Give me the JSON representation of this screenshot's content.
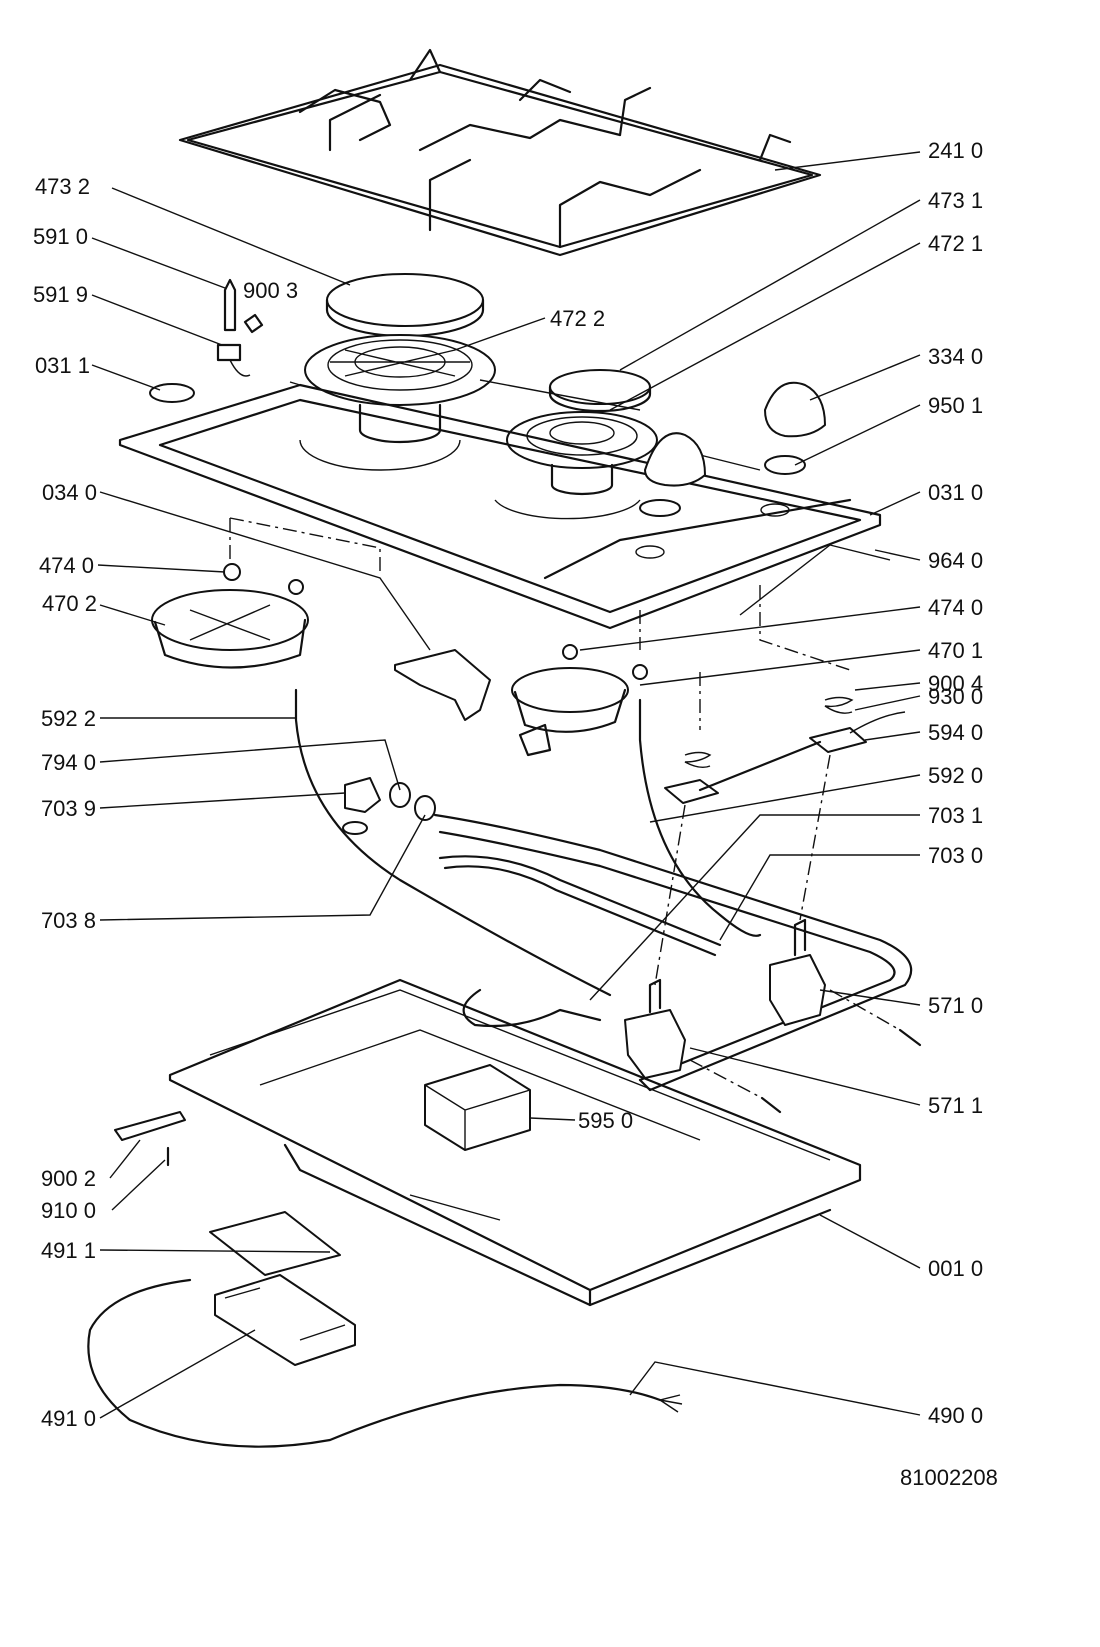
{
  "labels": {
    "l_2410": "241 0",
    "l_4732": "473 2",
    "l_4731": "473 1",
    "l_5910": "591 0",
    "l_4721": "472 1",
    "l_9003": "900 3",
    "l_5919": "591 9",
    "l_4722": "472 2",
    "l_0311": "031 1",
    "l_3340": "334 0",
    "l_9501": "950 1",
    "l_0340": "034 0",
    "l_0310": "031 0",
    "l_4740a": "474 0",
    "l_9640": "964 0",
    "l_4702": "470 2",
    "l_4740b": "474 0",
    "l_4701": "470 1",
    "l_9004": "900 4",
    "l_5922": "592 2",
    "l_9300": "930 0",
    "l_7940": "794 0",
    "l_5940": "594 0",
    "l_7039": "703 9",
    "l_5920": "592 0",
    "l_7031": "703 1",
    "l_7030": "703 0",
    "l_7038": "703 8",
    "l_5710": "571 0",
    "l_5950": "595 0",
    "l_5711": "571 1",
    "l_9002": "900 2",
    "l_9100": "910 0",
    "l_0010": "001 0",
    "l_4911": "491 1",
    "l_4910": "491 0",
    "l_4900": "490 0",
    "drawing_number": "81002208"
  }
}
